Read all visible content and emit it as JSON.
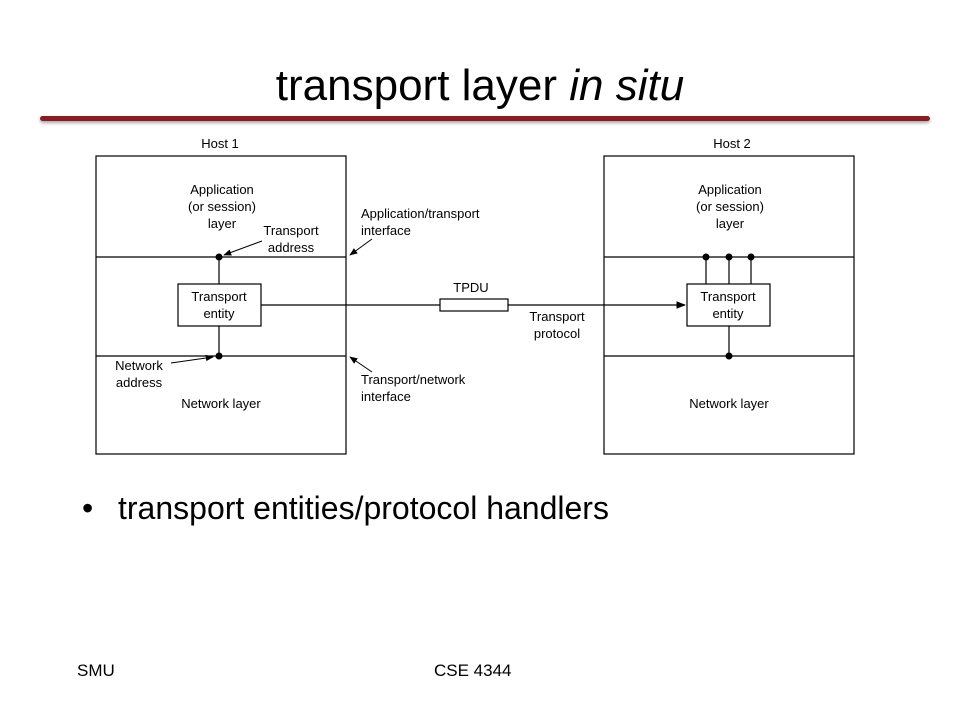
{
  "slide": {
    "title_main": "transport layer ",
    "title_italic": "in situ",
    "bullet": "transport entities/protocol handlers",
    "footer_left": "SMU",
    "footer_center": "CSE 4344"
  },
  "diagram": {
    "host1": {
      "title": "Host 1",
      "app_layer": [
        "Application",
        "(or session)",
        "layer"
      ],
      "transport_entity": [
        "Transport",
        "entity"
      ],
      "network_layer": "Network layer",
      "transport_address": [
        "Transport",
        "address"
      ],
      "network_address": [
        "Network",
        "address"
      ]
    },
    "host2": {
      "title": "Host 2",
      "app_layer": [
        "Application",
        "(or session)",
        "layer"
      ],
      "transport_entity": [
        "Transport",
        "entity"
      ],
      "network_layer": "Network layer"
    },
    "app_transport_interface": [
      "Application/transport",
      "interface"
    ],
    "transport_network_interface": [
      "Transport/network",
      "interface"
    ],
    "tpdu": "TPDU",
    "transport_protocol": [
      "Transport",
      "protocol"
    ]
  },
  "colors": {
    "accent_rule": "#8b1a22"
  }
}
